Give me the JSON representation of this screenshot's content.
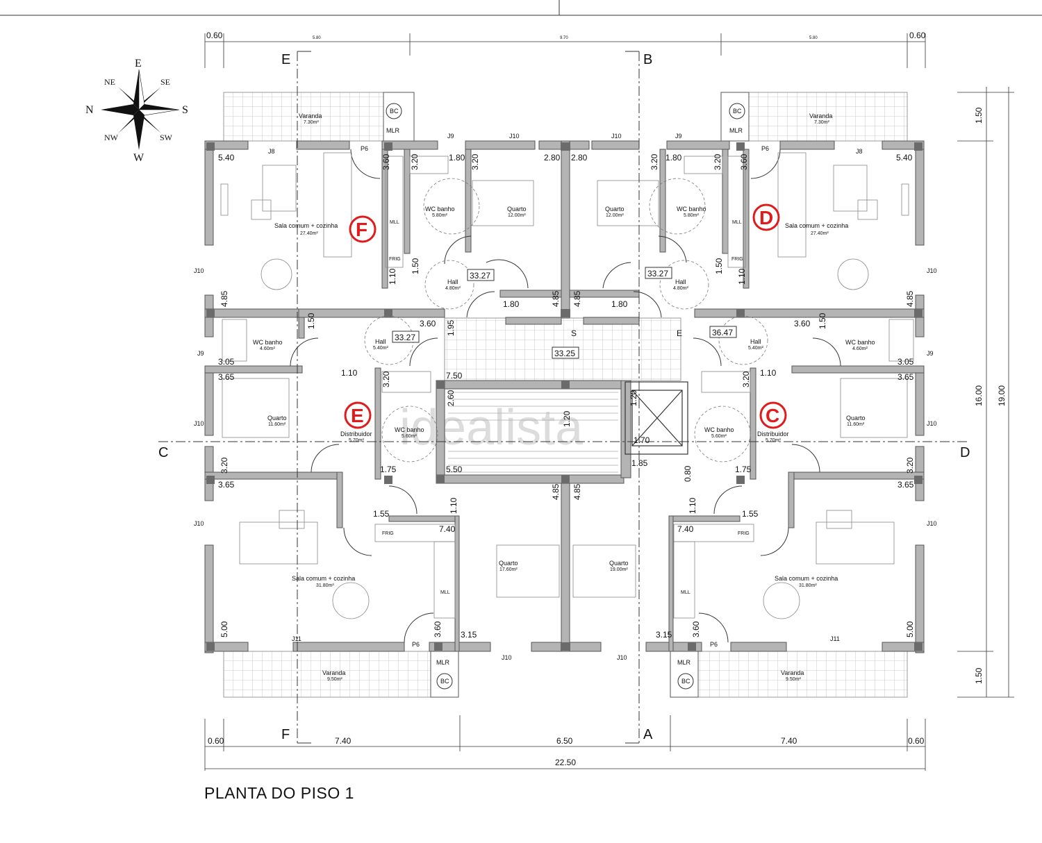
{
  "title": "PLANTA DO PISO 1",
  "watermark": "idealista",
  "compass": {
    "n": "N",
    "s": "S",
    "e": "E",
    "w": "W",
    "ne": "NE",
    "nw": "NW",
    "se": "SE",
    "sw": "SW"
  },
  "section_marks": {
    "a": "A",
    "b": "B",
    "c": "C",
    "d": "D",
    "e": "E",
    "f": "F"
  },
  "units": {
    "c": "C",
    "d": "D",
    "e": "E",
    "f": "F"
  },
  "colors": {
    "unit_marker": "#e01b1b",
    "wall": "#8a8a8a",
    "wall_fill": "#b4b4b4",
    "pillar": "#6b6b6b",
    "line": "#222222"
  },
  "rooms": {
    "varanda": "Varanda",
    "varanda_top_area": "7.30m²",
    "varanda_bottom_area": "9.50m²",
    "sala": "Sala comum + cozinha",
    "sala_top_area": "27.40m²",
    "sala_bottom_area": "31.80m²",
    "wc": "WC banho",
    "wc_top_area": "5.80m²",
    "wc_mid_area": "4.60m²",
    "wc_e_area": "5.60m²",
    "quarto": "Quarto",
    "quarto_top_area": "12.00m²",
    "quarto_mid_area": "11.60m²",
    "quarto_bl_area": "17.60m²",
    "quarto_br_area": "19.00m²",
    "hall": "Hall",
    "hall_top_area": "4.80m²",
    "hall_mid_area": "5.40m²",
    "distribuidor": "Distribuidor",
    "distribuidor_area": "5.70m²"
  },
  "codes": {
    "bc": "BC",
    "mlr": "MLR",
    "mll": "MLL",
    "frig": "FRIG",
    "j8": "J8",
    "j9": "J9",
    "j10": "J10",
    "j11": "J11",
    "p6": "P6",
    "s": "S"
  },
  "boxes": {
    "tl": "33.27",
    "tr": "33.27",
    "ml": "33.27",
    "mr": "36.47",
    "stair": "33.25"
  },
  "dims": {
    "d060": "0.60",
    "d580": "5.80",
    "d970": "9.70",
    "d740": "7.40",
    "d650": "6.50",
    "d2250": "22.50",
    "d150": "1.50",
    "d1600": "16.00",
    "d1900": "19.00",
    "d540": "5.40",
    "d360": "3.60",
    "d320": "3.20",
    "d180": "1.80",
    "d280": "2.80",
    "d110": "1.10",
    "d485": "4.85",
    "d195": "1.95",
    "d305": "3.05",
    "d365": "3.65",
    "d750": "7.50",
    "d260": "2.60",
    "d120": "1.20",
    "d170": "1.70",
    "d175": "1.75",
    "d550": "5.50",
    "d185": "1.85",
    "d080": "0.80",
    "d155": "1.55",
    "d500": "5.00",
    "d315": "3.15"
  }
}
